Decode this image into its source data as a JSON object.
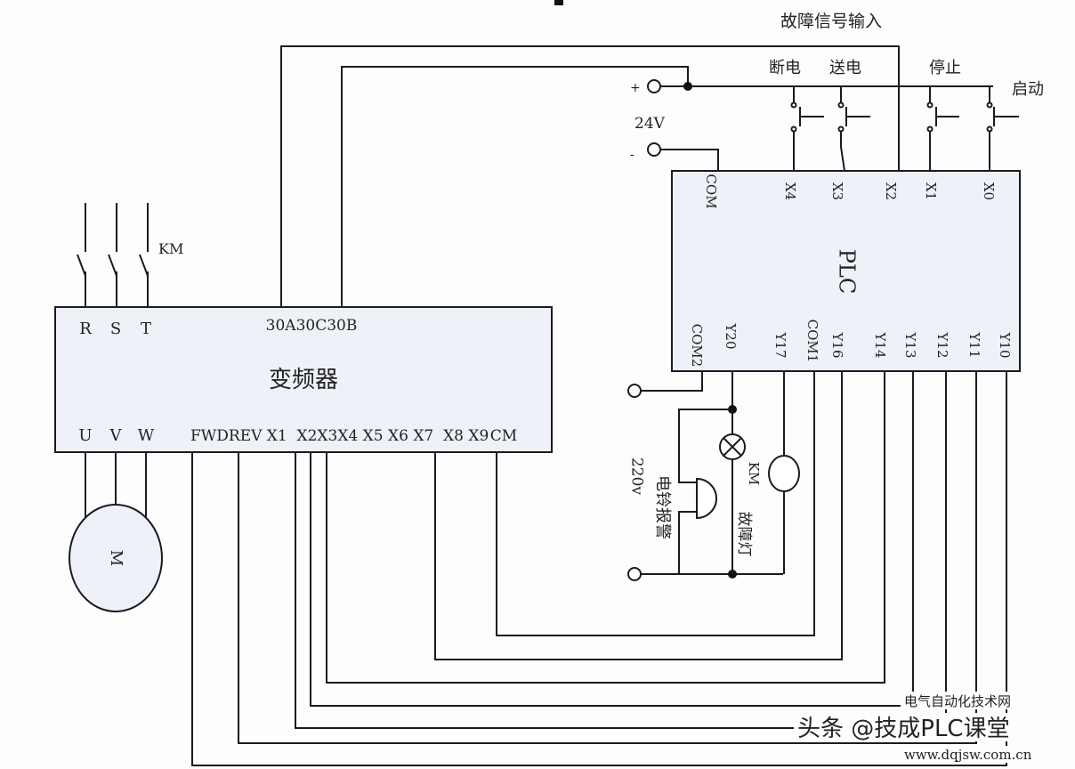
{
  "title": "故障信号输入",
  "power_supply": {
    "voltage_label": "24V",
    "plus_label": "+",
    "minus_label": "-"
  },
  "switches": {
    "power_off": "断电",
    "power_on": "送电",
    "stop": "停止",
    "start": "启动"
  },
  "plc": {
    "label": "PLC",
    "inputs": [
      "COM",
      "X4",
      "X3",
      "X2",
      "X1",
      "X0"
    ],
    "outputs": [
      "COM2",
      "Y20",
      "Y17",
      "COM1",
      "Y16",
      "Y14",
      "Y13",
      "Y12",
      "Y11",
      "Y10"
    ]
  },
  "inverter": {
    "label": "变频器",
    "power_terminals": [
      "R",
      "S",
      "T"
    ],
    "fault_terminals": "30A30C30B",
    "motor_terminals": [
      "U",
      "V",
      "W"
    ],
    "control_terminals": "FWDREV X1  X2X3X4 X5 X6 X7  X8 X9",
    "cm_terminal": "CM"
  },
  "contactor_label": "KM",
  "motor_label": "M",
  "output_circuit": {
    "supply": "220v",
    "bell_label": "电铃报警",
    "km_label": "KM",
    "fault_lamp_label": "故障灯"
  },
  "watermark": {
    "text": "头条 @技成PLC课堂",
    "site": "www.dqjsw.com.cn",
    "overlay": "电气自动化技术网"
  }
}
